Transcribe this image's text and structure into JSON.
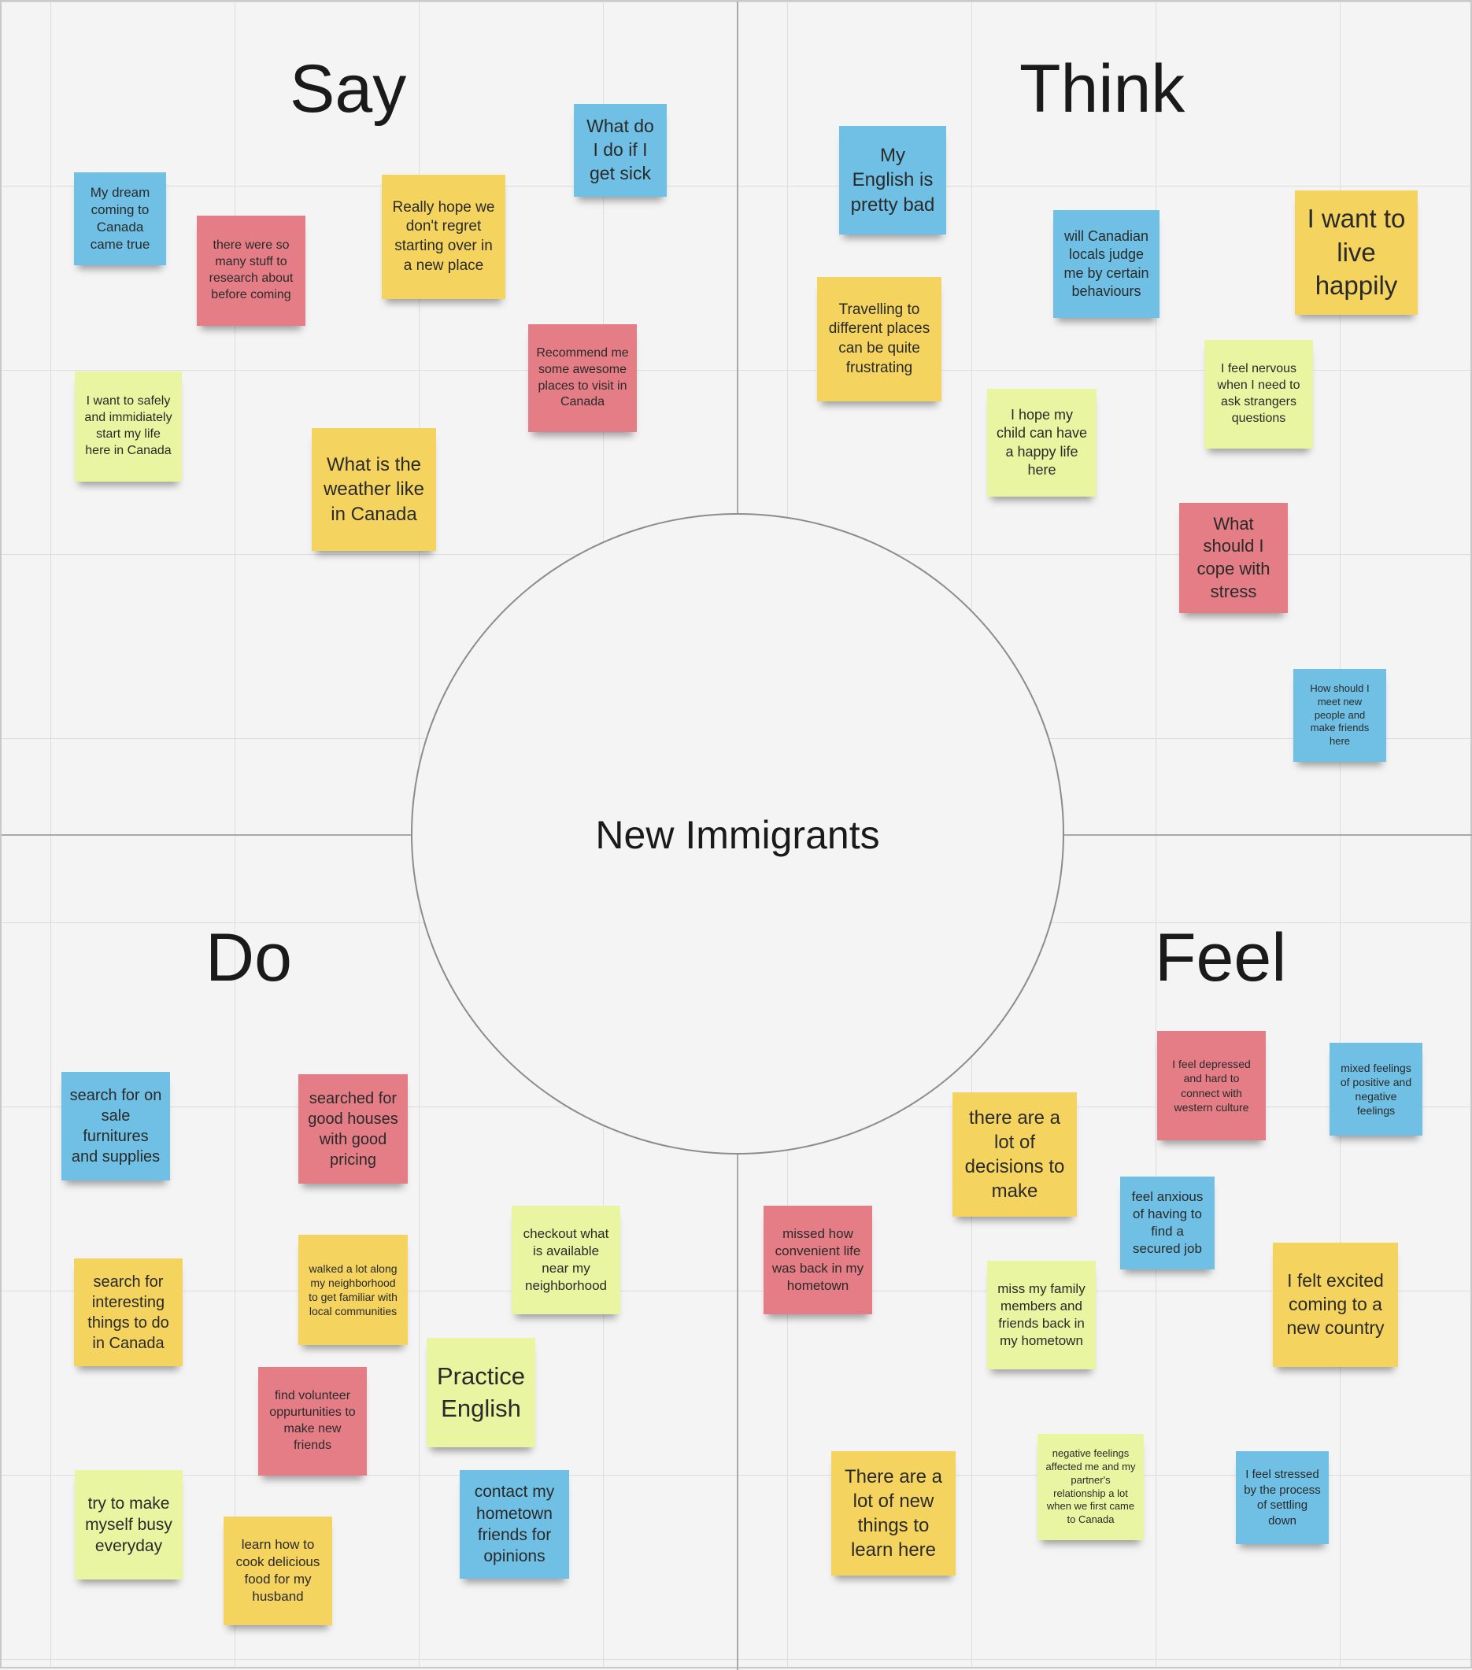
{
  "center_label": "New Immigrants",
  "quadrants": {
    "say": "Say",
    "think": "Think",
    "do": "Do",
    "feel": "Feel"
  },
  "colors": {
    "blue": "#6fc0e4",
    "yellow": "#f4d35f",
    "pink": "#e47d86",
    "lime": "#e9f5a0"
  },
  "say_notes": [
    "My dream coming to Canada came true",
    "there were so many stuff to research about before coming",
    "Really hope we don't regret starting over in a new place",
    "What do I do if I get sick",
    "I want to safely and immidiately start my life here in Canada",
    "What is the weather like in Canada",
    "Recommend me some awesome places to visit in Canada"
  ],
  "think_notes": [
    "My English is pretty bad",
    "will Canadian locals judge me by certain behaviours",
    "I want to live happily",
    "Travelling to different places can be quite frustrating",
    "I feel nervous when I need to ask strangers questions",
    "I hope my child can have a happy life here",
    "What should I cope with stress",
    "How should I meet new people and make friends here"
  ],
  "do_notes": [
    "search for on sale furnitures and supplies",
    "searched for good houses with good pricing",
    "checkout what is available near my neighborhood",
    "search for interesting things to do in Canada",
    "walked a lot along my neighborhood to get familiar with local communities",
    "Practice English",
    "find volunteer oppurtunities to make new friends",
    "try to make myself busy everyday",
    "learn how to cook delicious food for my husband",
    "contact my hometown friends for opinions"
  ],
  "feel_notes": [
    "I feel depressed and hard to connect with western culture",
    "mixed feelings of positive and negative feelings",
    "there are a lot of decisions to make",
    "feel anxious of having to find a secured job",
    "missed how convenient life was back in my hometown",
    "miss my family members and friends back in my hometown",
    "I felt excited coming to a new country",
    "There are a lot of new things to learn here",
    "negative feelings affected me and my partner's relationship a lot when we first came to Canada",
    "I feel stressed by the process of settling down"
  ]
}
